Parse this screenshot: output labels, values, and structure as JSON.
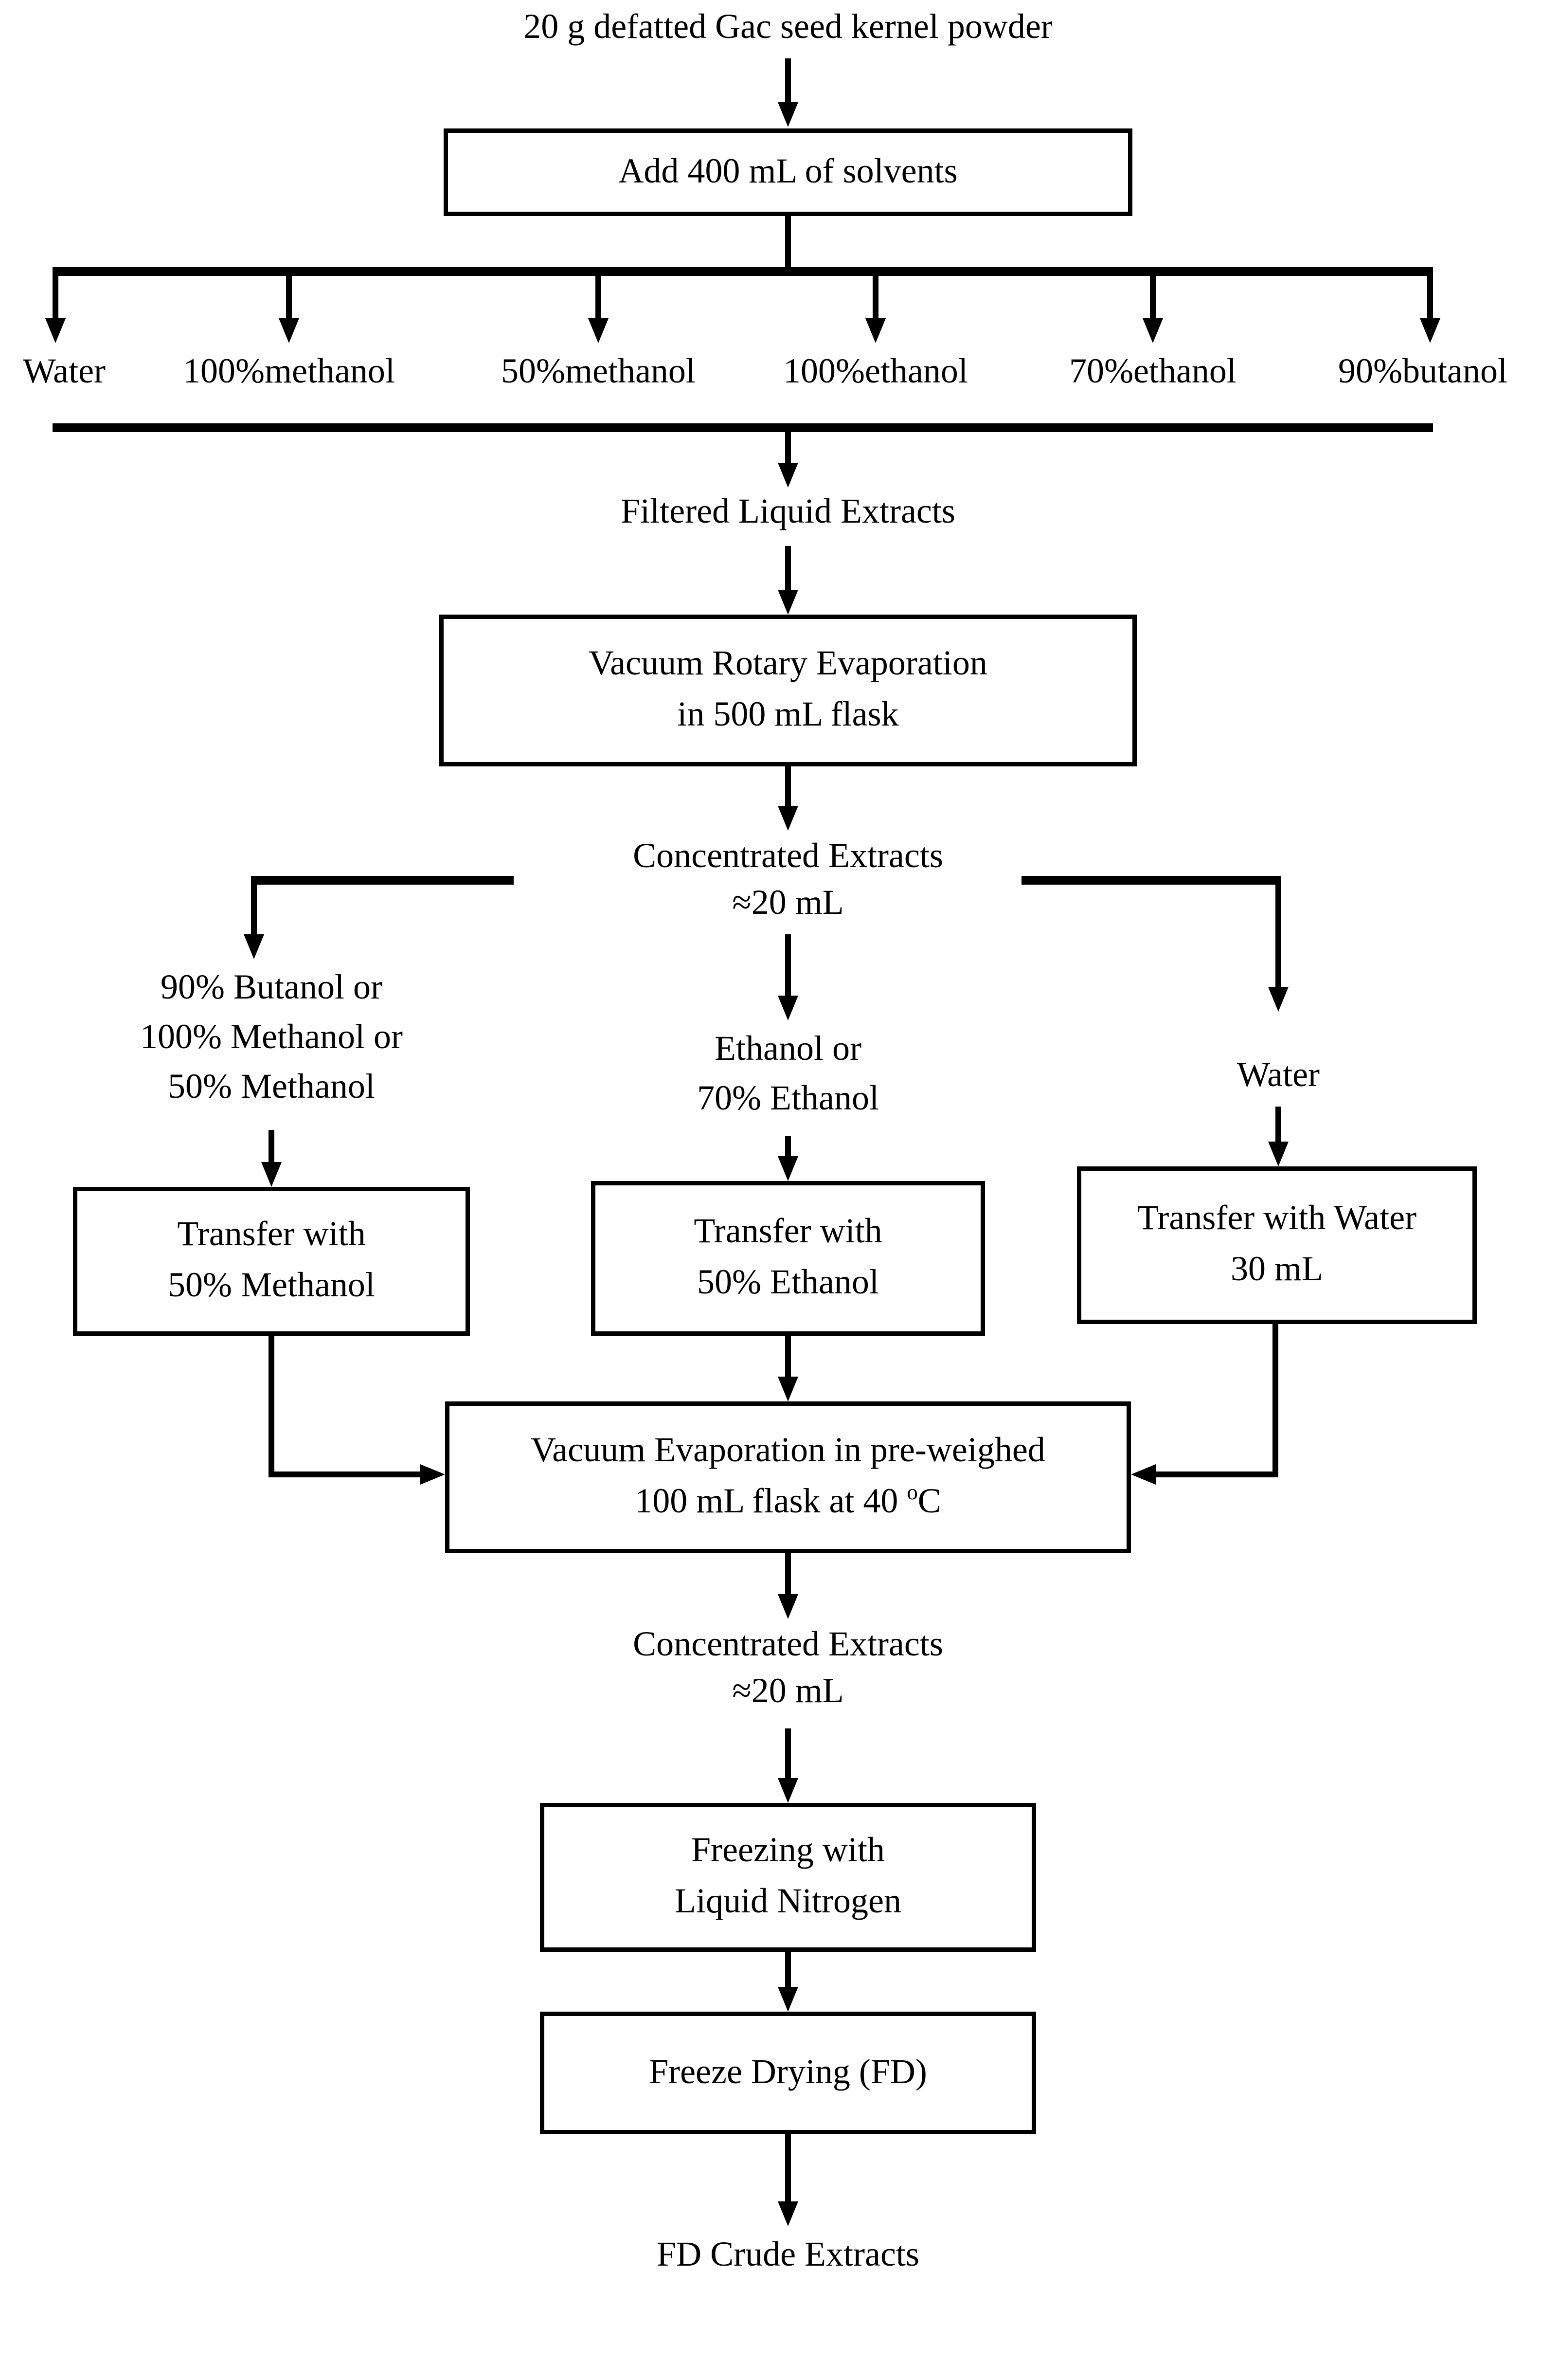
{
  "colors": {
    "line": "#000000",
    "background": "#ffffff",
    "box_fill": "#ffffff",
    "text": "#000000"
  },
  "diagram": {
    "start": "20 g defatted Gac seed kernel powder",
    "add_solvents_box": "Add 400 mL of solvents",
    "solvents": [
      "Water",
      "100%methanol",
      "50%methanol",
      "100%ethanol",
      "70%ethanol",
      "90%butanol"
    ],
    "filtered": "Filtered Liquid Extracts",
    "vacuum_rotary_box": {
      "line1": "Vacuum Rotary Evaporation",
      "line2": "in 500 mL flask"
    },
    "concentrated_1": {
      "line1": "Concentrated Extracts",
      "line2": "≈20 mL"
    },
    "branch_left_label": {
      "line1": "90% Butanol or",
      "line2": "100% Methanol or",
      "line3": "50% Methanol"
    },
    "branch_mid_label": {
      "line1": "Ethanol or",
      "line2": "70% Ethanol"
    },
    "branch_right_label": "Water",
    "transfer_left_box": {
      "line1": "Transfer with",
      "line2": "50% Methanol"
    },
    "transfer_mid_box": {
      "line1": "Transfer with",
      "line2": "50% Ethanol"
    },
    "transfer_right_box": {
      "line1": "Transfer with Water",
      "line2": "30 mL"
    },
    "vacuum_evap_box": {
      "line1": "Vacuum Evaporation in pre-weighed",
      "line2_pre": "100 mL flask at 40 ",
      "line2_sup": "o",
      "line2_post": "C"
    },
    "concentrated_2": {
      "line1": "Concentrated Extracts",
      "line2": "≈20 mL"
    },
    "freezing_box": {
      "line1": "Freezing with",
      "line2": "Liquid Nitrogen"
    },
    "freeze_drying_box": "Freeze Drying (FD)",
    "end": "FD Crude Extracts"
  }
}
